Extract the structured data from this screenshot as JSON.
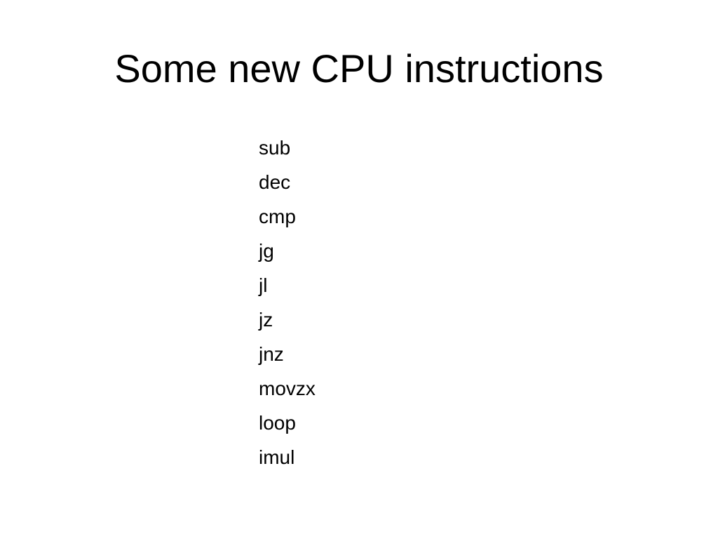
{
  "slide": {
    "title": "Some new CPU instructions",
    "instructions": [
      "sub",
      "dec",
      "cmp",
      "jg",
      "jl",
      "jz",
      "jnz",
      "movzx",
      "loop",
      "imul"
    ]
  },
  "colors": {
    "background": "#ffffff",
    "text": "#000000"
  }
}
